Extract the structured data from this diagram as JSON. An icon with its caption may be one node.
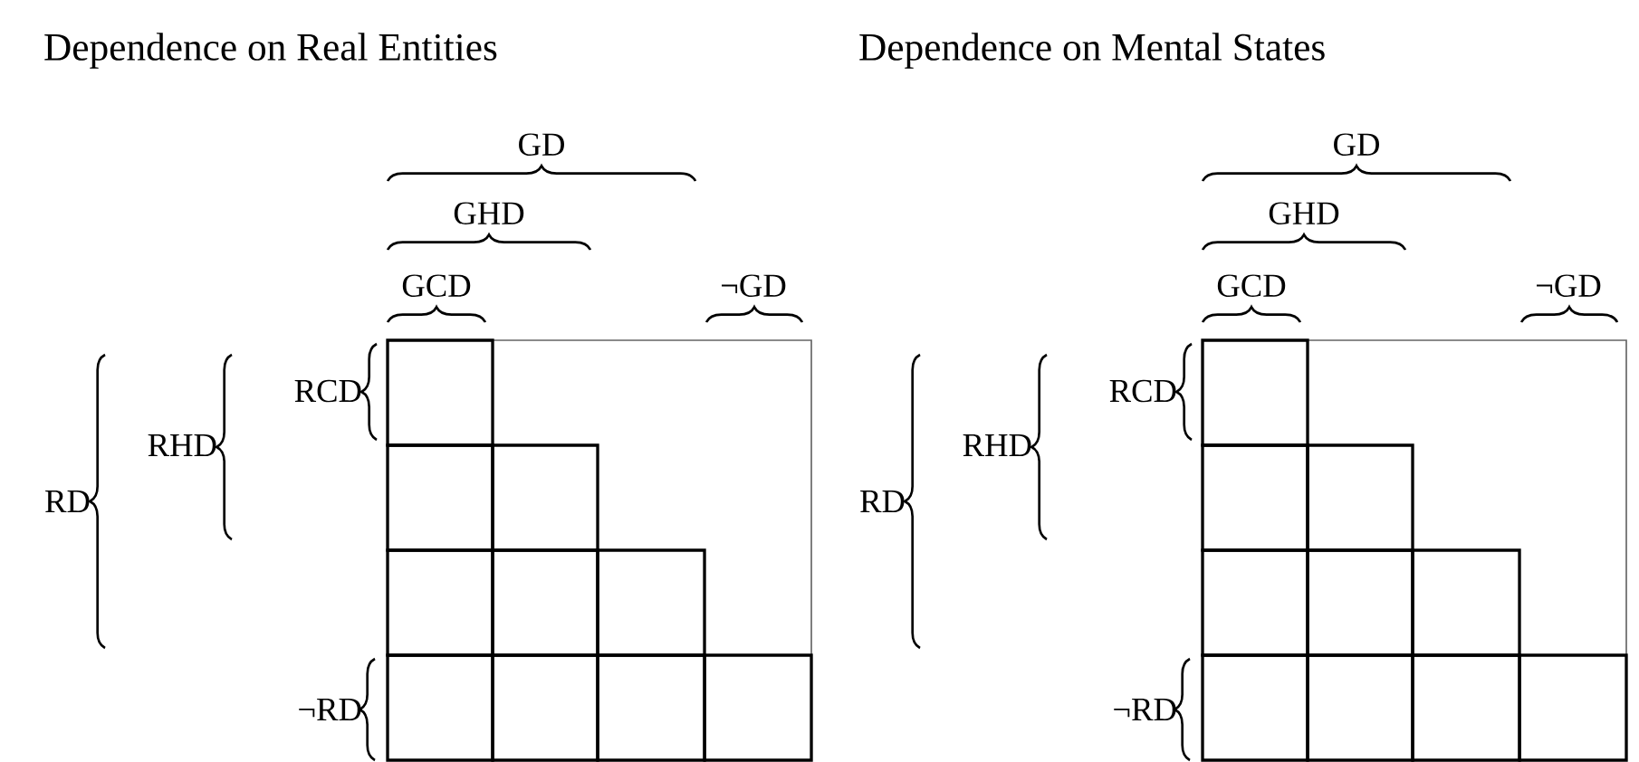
{
  "diagram": {
    "labels": [
      "Dependence on Real Entities",
      "GD",
      "GHD",
      "GCD",
      "¬GD",
      "RCD",
      "RHD",
      "RD",
      "¬RD",
      "Dependence on Mental States",
      "GD",
      "GHD",
      "GCD",
      "¬GD",
      "RCD",
      "RHD",
      "RD",
      "¬RD"
    ]
  }
}
